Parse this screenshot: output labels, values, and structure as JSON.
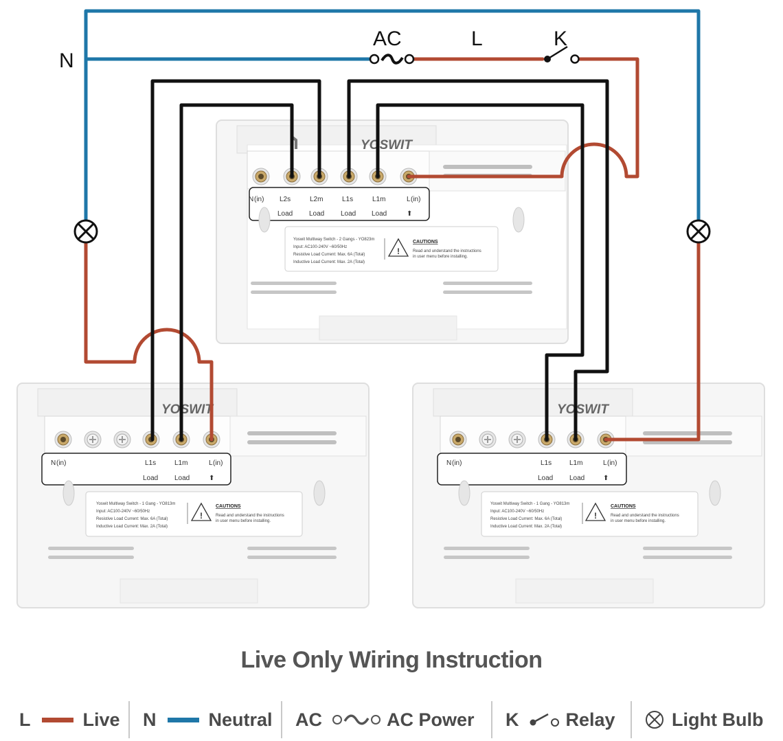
{
  "diagram": {
    "labels": {
      "neutral": "N",
      "ac": "AC",
      "live": "L",
      "relay": "K"
    },
    "switches": [
      {
        "id": "top",
        "brand": "YOSWIT",
        "terminals": [
          "N",
          "L2s",
          "L2m",
          "L1s",
          "L1m",
          "L"
        ],
        "terminal_subscripts": [
          "(in)",
          "",
          "",
          "",
          "",
          "(in)"
        ],
        "load_labels": [
          "",
          "Load",
          "Load",
          "Load",
          "Load",
          "⬆"
        ],
        "spec_lines": [
          "Yoswit Multiway Switch - 2 Gangs - YO823m",
          "Input: AC100-240V ~60/50Hz",
          "Resistive Load Current: Max. 6A (Total)",
          "Inductive Load Current: Max. 2A (Total)"
        ],
        "caution_title": "CAUTIONS",
        "caution_lines": [
          "Read and understand the instructions",
          "in user menu before installing."
        ]
      },
      {
        "id": "left",
        "brand": "YOSWIT",
        "terminals": [
          "N",
          "",
          "",
          "L1s",
          "L1m",
          "L"
        ],
        "terminal_subscripts": [
          "(in)",
          "",
          "",
          "",
          "",
          "(in)"
        ],
        "load_labels": [
          "",
          "",
          "",
          "Load",
          "Load",
          "⬆"
        ],
        "spec_lines": [
          "Yoswit Multiway Switch - 1 Gang - YO813m",
          "Input: AC100-240V ~60/50Hz",
          "Resistive Load Current: Max. 6A (Total)",
          "Inductive Load Current: Max. 2A (Total)"
        ],
        "caution_title": "CAUTIONS",
        "caution_lines": [
          "Read and understand the instructions",
          "in user menu before installing."
        ]
      },
      {
        "id": "right",
        "brand": "YOSWIT",
        "terminals": [
          "N",
          "",
          "",
          "L1s",
          "L1m",
          "L"
        ],
        "terminal_subscripts": [
          "(in)",
          "",
          "",
          "",
          "",
          "(in)"
        ],
        "load_labels": [
          "",
          "",
          "",
          "Load",
          "Load",
          "⬆"
        ],
        "spec_lines": [
          "Yoswit Multiway Switch - 1 Gang - YO813m",
          "Input: AC100-240V ~60/50Hz",
          "Resistive Load Current: Max. 6A (Total)",
          "Inductive Load Current: Max. 2A (Total)"
        ],
        "caution_title": "CAUTIONS",
        "caution_lines": [
          "Read and understand the instructions",
          "in user menu before installing."
        ]
      }
    ],
    "colors": {
      "live": "#b24a32",
      "neutral": "#1f77a8",
      "wire": "#111111"
    }
  },
  "title": "Live Only Wiring Instruction",
  "legend": [
    {
      "key": "L",
      "label": "Live",
      "icon": "live-wire-swatch",
      "color": "#b24a32"
    },
    {
      "key": "N",
      "label": "Neutral",
      "icon": "neutral-wire-swatch",
      "color": "#1f77a8"
    },
    {
      "key": "AC",
      "label": "AC Power",
      "icon": "ac-source-icon"
    },
    {
      "key": "K",
      "label": "Relay",
      "icon": "relay-icon"
    },
    {
      "key": "",
      "label": "Light Bulb",
      "icon": "light-bulb-icon"
    }
  ]
}
